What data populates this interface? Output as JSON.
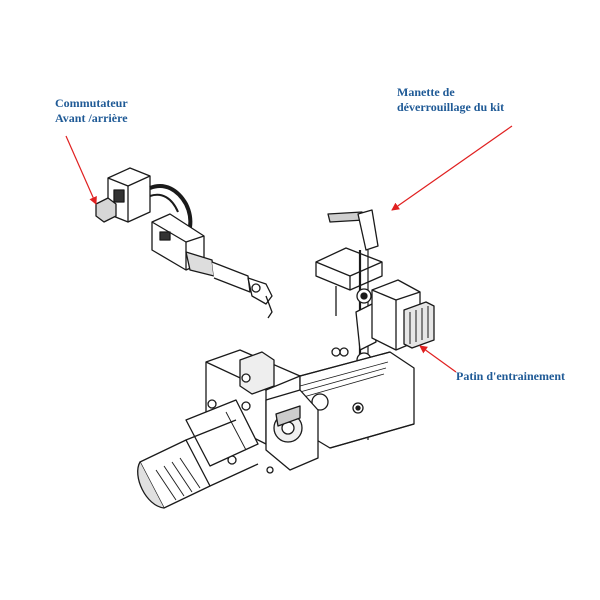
{
  "diagram": {
    "labels": {
      "commutateur": {
        "line1": "Commutateur",
        "line2": "Avant /arrière"
      },
      "manette": {
        "line1": "Manette de",
        "line2": "déverrouillage  du kit"
      },
      "patin": {
        "line1": "Patin d'entrainement"
      }
    },
    "colors": {
      "label_text": "#1f5a96",
      "arrow": "#e02020",
      "line_art": "#1a1a1a",
      "background": "#ffffff"
    }
  }
}
